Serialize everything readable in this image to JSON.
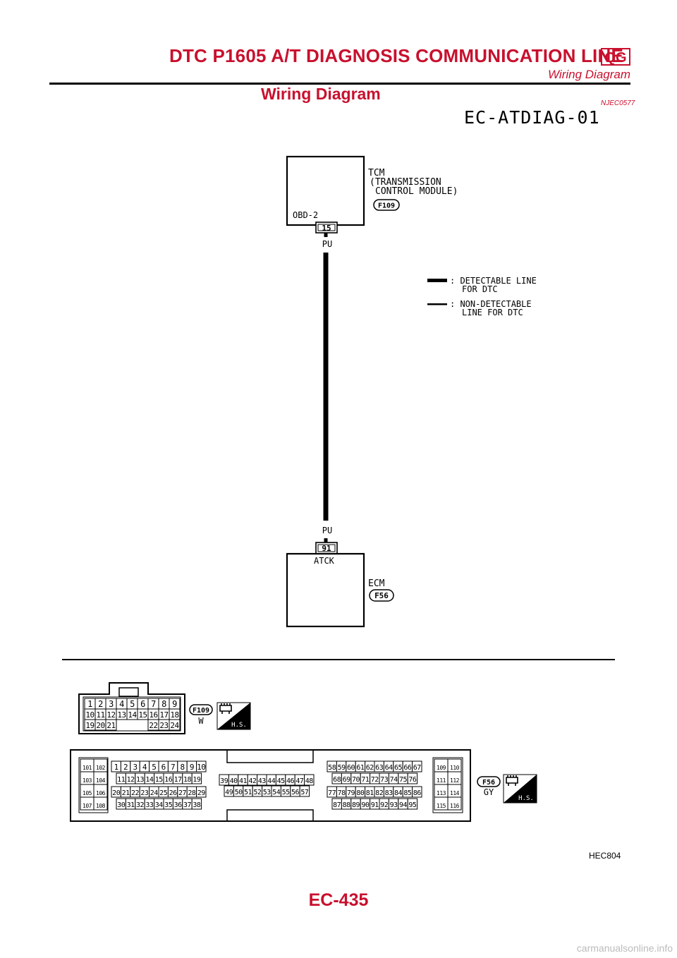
{
  "header": {
    "title": "DTC P1605 A/T DIAGNOSIS COMMUNICATION LINE",
    "badge": "QG",
    "subtitle": "Wiring Diagram"
  },
  "section": {
    "title": "Wiring Diagram",
    "ref_code": "NJEC0577"
  },
  "diagram": {
    "id": "EC-ATDIAG-01",
    "tcm": {
      "label_line1": "TCM",
      "label_line2": "(TRANSMISSION",
      "label_line3": "CONTROL MODULE)",
      "connector": "F109",
      "terminal_name": "OBD-2",
      "terminal_num": "15",
      "wire_color": "PU"
    },
    "ecm": {
      "label": "ECM",
      "connector": "F56",
      "terminal_name": "ATCK",
      "terminal_num": "91",
      "wire_color": "PU"
    },
    "legend": [
      {
        "line1": ": DETECTABLE LINE",
        "line2": "FOR DTC"
      },
      {
        "line1": ": NON-DETECTABLE",
        "line2": "LINE FOR DTC"
      }
    ],
    "connector_f109": {
      "id": "F109",
      "color": "W",
      "hs": "H.S.",
      "rows": [
        [
          "1",
          "2",
          "3",
          "4",
          "5",
          "6",
          "7",
          "8",
          "9"
        ],
        [
          "10",
          "11",
          "12",
          "13",
          "14",
          "15",
          "16",
          "17",
          "18"
        ],
        [
          "19",
          "20",
          "21",
          "22",
          "23",
          "24"
        ]
      ]
    },
    "connector_f56": {
      "id": "F56",
      "color": "GY",
      "hs": "H.S.",
      "left_pairs": [
        [
          "101",
          "102"
        ],
        [
          "103",
          "104"
        ],
        [
          "105",
          "106"
        ],
        [
          "107",
          "108"
        ]
      ],
      "block_a": [
        [
          "1",
          "2",
          "3",
          "4",
          "5",
          "6",
          "7",
          "8",
          "9",
          "10"
        ],
        [
          "11",
          "12",
          "13",
          "14",
          "15",
          "16",
          "17",
          "18",
          "19"
        ],
        [
          "20",
          "21",
          "22",
          "23",
          "24",
          "25",
          "26",
          "27",
          "28",
          "29"
        ],
        [
          "30",
          "31",
          "32",
          "33",
          "34",
          "35",
          "36",
          "37",
          "38"
        ]
      ],
      "block_b": [
        [
          "39",
          "40",
          "41",
          "42",
          "43",
          "44",
          "45",
          "46",
          "47",
          "48"
        ],
        [
          "49",
          "50",
          "51",
          "52",
          "53",
          "54",
          "55",
          "56",
          "57"
        ]
      ],
      "block_c": [
        [
          "58",
          "59",
          "60",
          "61",
          "62",
          "63",
          "64",
          "65",
          "66",
          "67"
        ],
        [
          "68",
          "69",
          "70",
          "71",
          "72",
          "73",
          "74",
          "75",
          "76"
        ],
        [
          "77",
          "78",
          "79",
          "80",
          "81",
          "82",
          "83",
          "84",
          "85",
          "86"
        ],
        [
          "87",
          "88",
          "89",
          "90",
          "91",
          "92",
          "93",
          "94",
          "95"
        ]
      ],
      "right_pairs": [
        [
          "109",
          "110"
        ],
        [
          "111",
          "112"
        ],
        [
          "113",
          "114"
        ],
        [
          "115",
          "116"
        ]
      ]
    }
  },
  "figure_code": "HEC804",
  "page_number": "EC-435",
  "watermark": "carmanualsonline.info",
  "colors": {
    "accent": "#c8102e",
    "line": "#000000"
  }
}
